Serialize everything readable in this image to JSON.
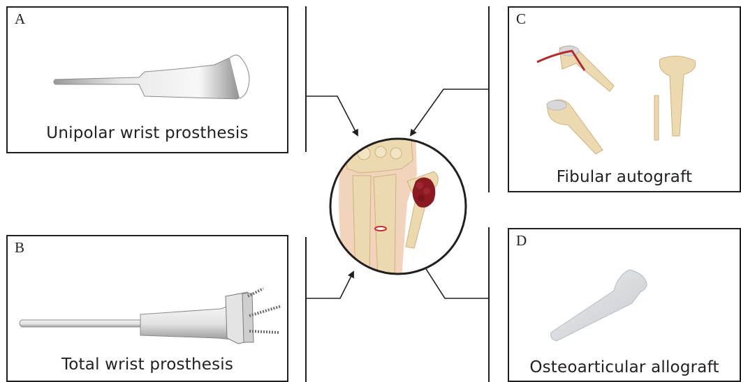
{
  "panels": {
    "a": {
      "letter": "A",
      "caption": "Unipolar wrist prosthesis"
    },
    "b": {
      "letter": "B",
      "caption": "Total wrist prosthesis"
    },
    "c": {
      "letter": "C",
      "caption": "Fibular autograft"
    },
    "d": {
      "letter": "D",
      "caption": "Osteoarticular allograft"
    }
  },
  "colors": {
    "frame": "#231f20",
    "bone": "#ecd9b0",
    "bone_shadow": "#cfb27d",
    "skin": "#f2d3bb",
    "tumor": "#8b1a22",
    "metal_light": "#f4f4f4",
    "metal_dark": "#8d8d8d",
    "allograft": "#dde0e3"
  }
}
